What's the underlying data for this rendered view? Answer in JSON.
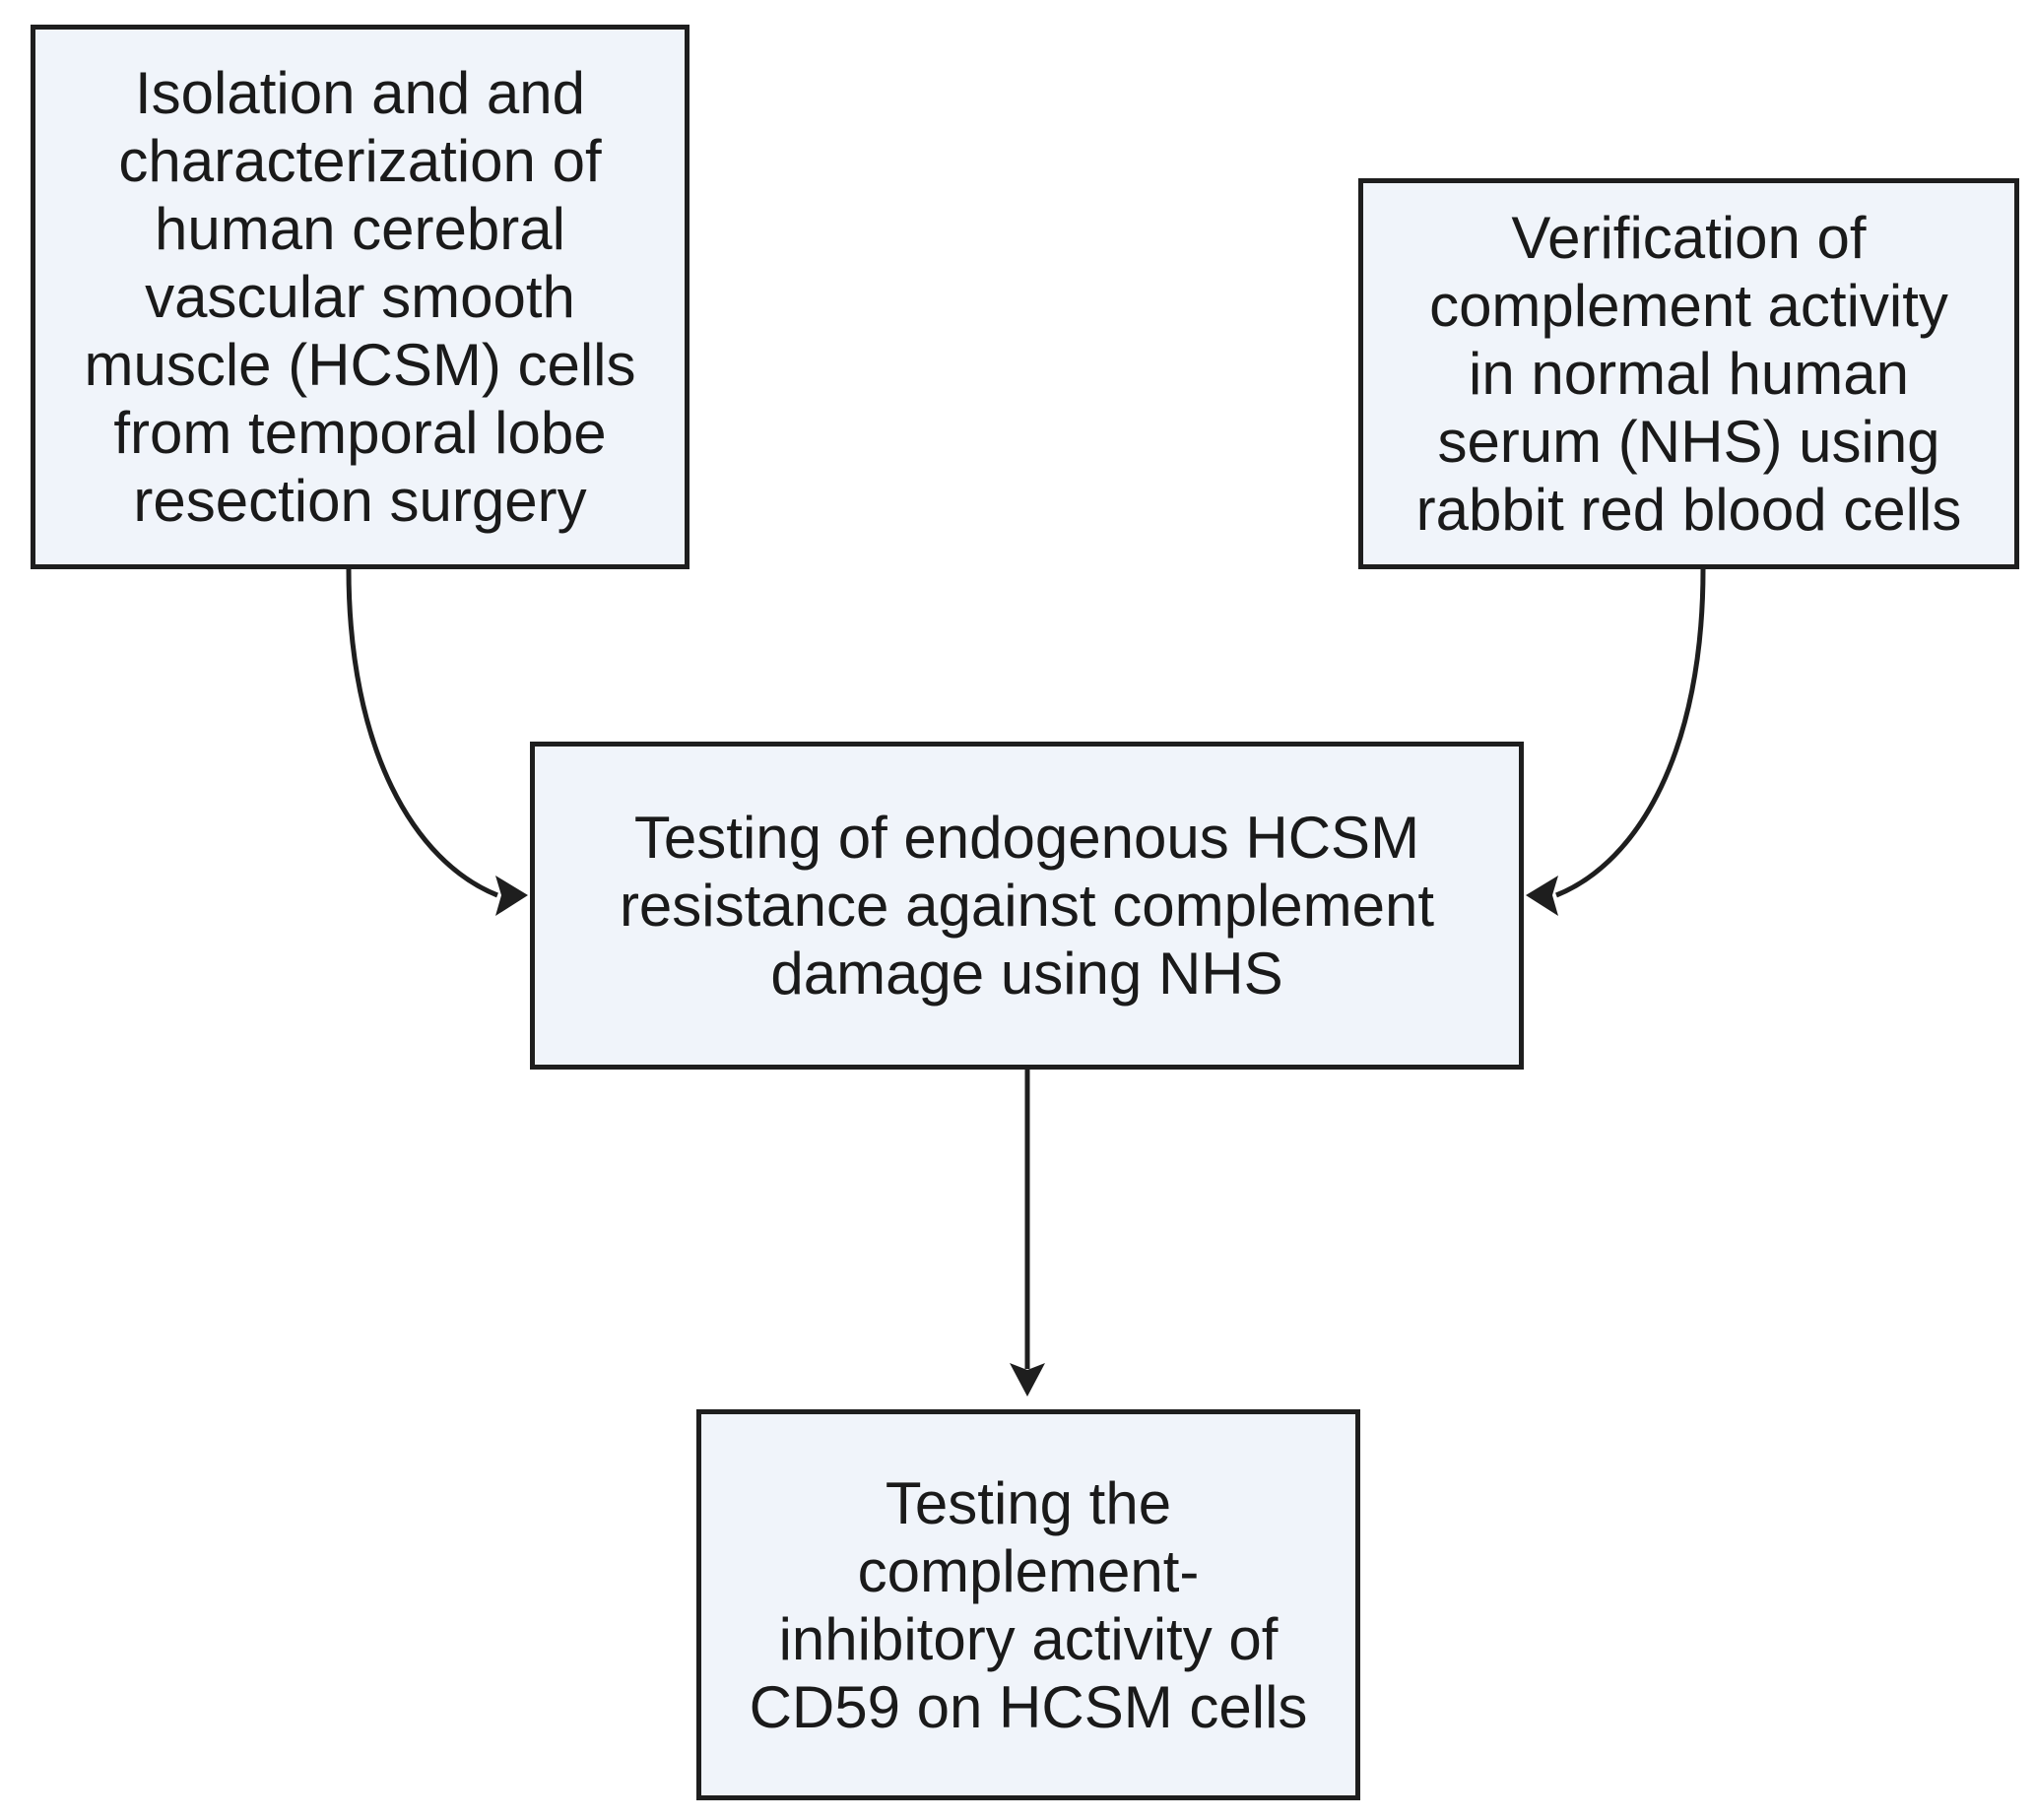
{
  "diagram": {
    "nodes": [
      {
        "id": "isolation",
        "text": "Isolation and and\ncharacterization of\nhuman cerebral\nvascular smooth\nmuscle (HCSM) cells\nfrom temporal lobe\nresection surgery"
      },
      {
        "id": "verification",
        "text": "Verification of\ncomplement activity\nin normal human\nserum (NHS) using\nrabbit red blood cells"
      },
      {
        "id": "testing-resistance",
        "text": "Testing of endogenous HCSM\nresistance against complement\ndamage using NHS"
      },
      {
        "id": "testing-cd59",
        "text": "Testing the\ncomplement-\ninhibitory activity of\nCD59 on HCSM cells"
      }
    ],
    "edges": [
      {
        "from": "isolation",
        "to": "testing-resistance"
      },
      {
        "from": "verification",
        "to": "testing-resistance"
      },
      {
        "from": "testing-resistance",
        "to": "testing-cd59"
      }
    ],
    "colors": {
      "box_fill": "#f0f4fa",
      "stroke": "#1e1e1e",
      "text": "#1a1a1a"
    }
  }
}
